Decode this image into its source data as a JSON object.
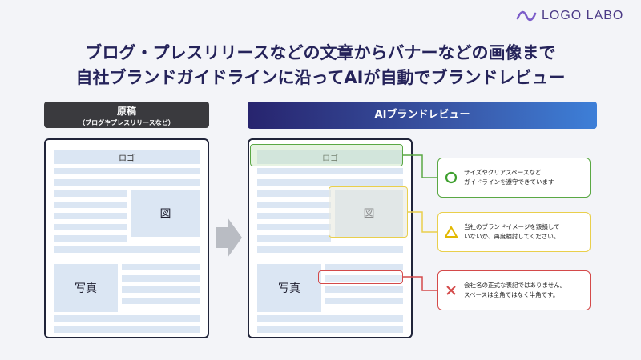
{
  "brand": {
    "name": "LOGO LABO"
  },
  "headline": {
    "line1": "ブログ・プレスリリースなどの文章からバナーなどの画像まで",
    "line2": "自社ブランドガイドラインに沿ってAIが自動でブランドレビュー"
  },
  "left_panel": {
    "title": "原稿",
    "subtitle": "（ブログやプレスリリースなど）",
    "logo_label": "ロゴ",
    "figure_label": "図",
    "photo_label": "写真"
  },
  "right_panel": {
    "title": "AIブランドレビュー",
    "logo_label": "ロゴ",
    "figure_label": "図",
    "photo_label": "写真"
  },
  "reviews": {
    "ok": {
      "line1": "サイズやクリアスペースなど",
      "line2": "ガイドラインを遵守できています",
      "color": "#5aa844"
    },
    "warn": {
      "line1": "当社のブランドイメージを毀損して",
      "line2": "いないか、再度検討してください。",
      "color": "#e9cf4c"
    },
    "error": {
      "line1": "会社名の正式な表記ではありません。",
      "line2": "スペースは全角ではなく半角です。",
      "color": "#d44a4a"
    }
  },
  "colors": {
    "title": "#25235a",
    "doc_block": "#dbe6f3",
    "doc_border": "#20243a"
  }
}
